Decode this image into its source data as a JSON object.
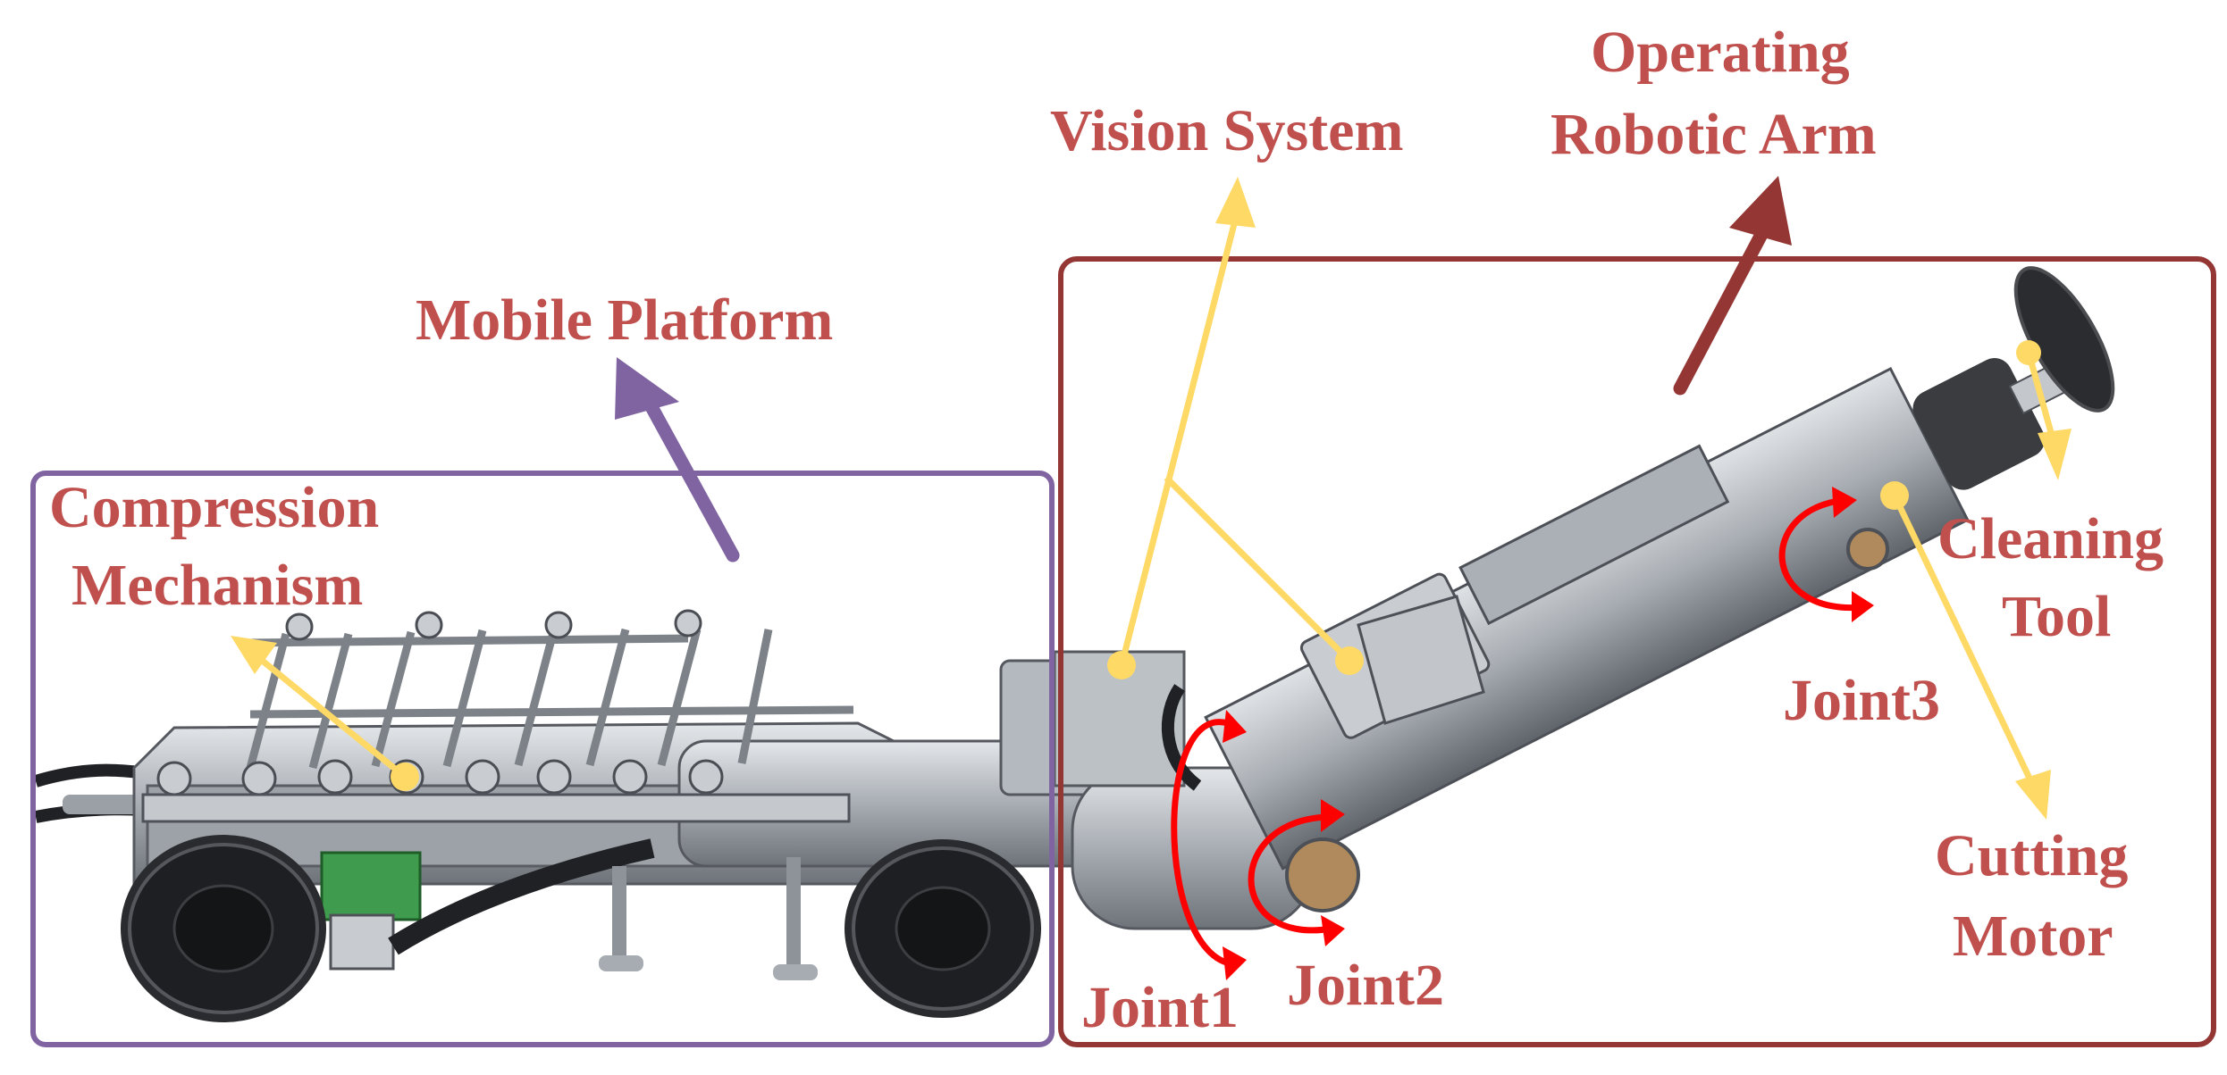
{
  "colors": {
    "label_red": "#c0504d",
    "platform_box": "#8064a2",
    "arm_box": "#943634",
    "callout_yellow": "#ffd966",
    "joint_arrow": "#ff0000",
    "metal": "#b9bec4",
    "metal_dark": "#6f757c",
    "wheel": "#1e1f22"
  },
  "labels": {
    "mobile_platform": "Mobile Platform",
    "compression_line1": "Compression",
    "compression_line2": "Mechanism",
    "vision_system": "Vision System",
    "operating_line1": "Operating",
    "operating_line2": "Robotic Arm",
    "cleaning_line1": "Cleaning",
    "cleaning_line2": "Tool",
    "cutting_line1": "Cutting",
    "cutting_line2": "Motor",
    "joint1": "Joint1",
    "joint2": "Joint2",
    "joint3": "Joint3"
  },
  "icons": {
    "robot_photo": "pipe-robot-photo-illustration"
  }
}
